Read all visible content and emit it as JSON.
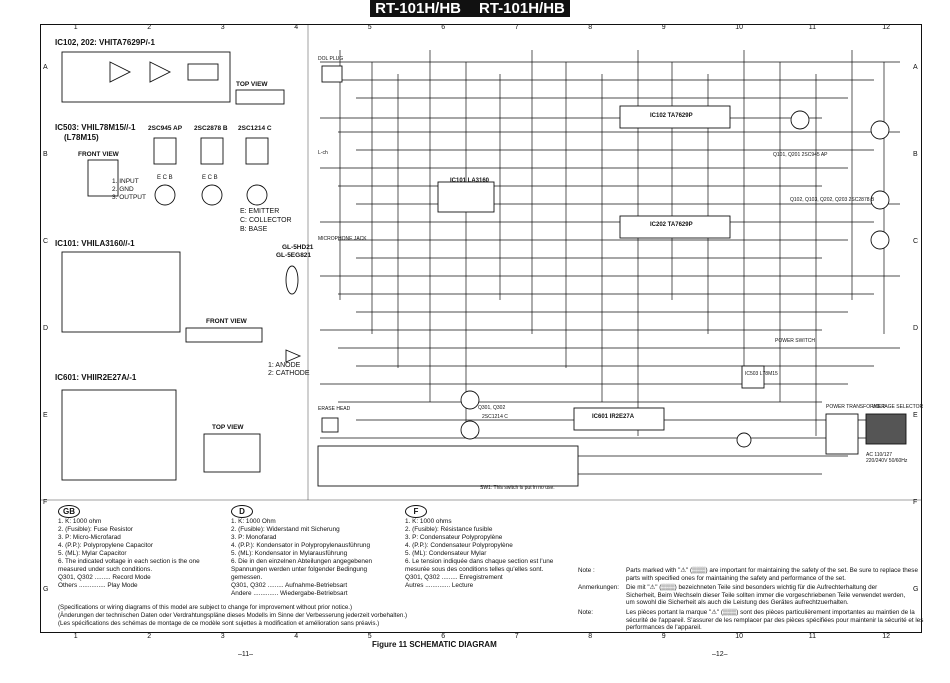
{
  "header": {
    "title_left": "RT-101H/HB",
    "title_right": "RT-101H/HB"
  },
  "ruler": {
    "columns": [
      "1",
      "2",
      "3",
      "4",
      "5",
      "6",
      "7",
      "8",
      "9",
      "10",
      "11",
      "12"
    ],
    "rows": [
      "A",
      "B",
      "C",
      "D",
      "E",
      "F",
      "G"
    ]
  },
  "ic_blocks": {
    "ic102": {
      "title": "IC102, 202: VHITA7629P/-1",
      "view": "TOP VIEW"
    },
    "ic503": {
      "title": "IC503: VHIL78M15//-1",
      "subtitle": "(L78M15)",
      "front_view": "FRONT VIEW",
      "pins": [
        "1. INPUT",
        "2. GND",
        "3. OUTPUT"
      ]
    },
    "transistors": {
      "labels": [
        "2SC945 AP",
        "2SC2878 B",
        "2SC1214 C"
      ],
      "pins_ecb": "E C B",
      "legend": [
        "E: EMITTER",
        "C: COLLECTOR",
        "B: BASE"
      ]
    },
    "ic101": {
      "title": "IC101: VHILA3160//-1",
      "front_view": "FRONT VIEW"
    },
    "led": {
      "labels": [
        "GL-5HD21",
        "GL-5EG821"
      ],
      "anode": "1: ANODE",
      "cathode": "2: CATHODE"
    },
    "ic601": {
      "title": "IC601: VHIIR2E27A/-1",
      "view": "TOP VIEW"
    }
  },
  "schematic_labels": {
    "ic101": "IC101 LA3160",
    "ic102": "IC102 TA7629P",
    "ic202": "IC202 TA7629P",
    "ic601": "IC601 IR2E27A",
    "ic503": "IC503 L78M15",
    "l_ch": "L-ch",
    "dol_plug": "DOL PLUG",
    "mic_plug": "MICROPHONE JACK",
    "erase_head": "ERASE HEAD",
    "power_switch": "POWER SWITCH",
    "power_transformer": "POWER TRANSFORMER",
    "voltage_selector": "VOLTAGE SELECTOR",
    "ac": "AC 110/127 220/240V 50/60Hz",
    "q101": "Q101, Q201 2SC945 AP",
    "q102": "Q102, Q103, Q202, Q203 2SC2878 B",
    "q301": "Q301, Q302",
    "q301_type": "2SC1214 C",
    "sw_note": "SW1: This switch is put in no use."
  },
  "notes_en": {
    "tag": "GB",
    "items": [
      "1.  K: 1000 ohm",
      "2.  (Fusible): Fuse Resistor",
      "3.  P: Micro-Microfarad",
      "4.  (P.P.): Polypropylene Capacitor",
      "5.  (ML): Mylar Capacitor",
      "6.  The indicated voltage in each section is the one",
      "     measured under such conditions.",
      "     Q301, Q302 ......... Record Mode",
      "     Others ............... Play Mode"
    ]
  },
  "notes_de": {
    "tag": "D",
    "items": [
      "1.  K: 1000 Ohm",
      "2.  (Fusible): Widerstand mit Sicherung",
      "3.  P: Monofarad",
      "4.  (P.P.): Kondensator in Polypropylenausführung",
      "5.  (ML): Kondensator in Mylarausführung",
      "6.  Die in den einzelnen Abteilungen angegebenen",
      "     Spannungen werden unter folgender Bedingung",
      "     gemessen.",
      "     Q301, Q302 ......... Aufnahme-Betriebsart",
      "     Andere .............. Wiedergabe-Betriebsart"
    ]
  },
  "notes_fr": {
    "tag": "F",
    "items": [
      "1.  K: 1000 ohms",
      "2.  (Fusible): Résistance fusible",
      "3.  P: Condensateur Polypropylène",
      "4.  (P.P.): Condensateur Polypropylène",
      "5.  (ML): Condensateur Mylar",
      "6.  Le tension indiquée dans chaque section est l'une",
      "     mesurée sous des conditions telles qu'elles sont.",
      "     Q301, Q302 ......... Enregistrement",
      "     Autres .............. Lecture"
    ]
  },
  "disclaimer": [
    "(Specifications or wiring diagrams of this model are subject to change for improvement without prior notice.)",
    "(Änderungen der technischen Daten oder Verdrahtungspläne dieses Modells im Sinne der Verbesserung jederzeit vorbehalten.)",
    "(Les spécifications des schémas de montage de ce modèle sont sujettes à modification et amélioration sans préavis.)"
  ],
  "safety_notes": [
    {
      "key": "Note :",
      "text": [
        "Parts marked with \"⚠\" (▒▒▒) are important for maintaining the safety of the set. Be sure to replace these",
        "parts with specified ones for maintaining the safety and performance of the set."
      ]
    },
    {
      "key": "Anmerkungen:",
      "text": [
        "Die mit \"⚠\" (▒▒▒) bezeichneten Teile sind besonders wichtig für die Aufrechterhaltung der",
        "Sicherheit, Beim Wechseln dieser Teile sollten immer die vorgeschriebenen Teile verwendet werden,",
        "um sowohl die Sicherheit als auch die Leistung des Gerätes aufrechtzuerhalten."
      ]
    },
    {
      "key": "Note:",
      "text": [
        "Les pièces portant la marque \"⚠\" (▒▒▒) sont des pièces particulièrement importantes au maintien de la",
        "sécurité de l'appareil. S'assurer de les remplacer par des pièces spécifiées pour maintenir la sécurité et les",
        "performances de l'appareil."
      ]
    }
  ],
  "footer": {
    "caption": "Figure 11 SCHEMATIC DIAGRAM",
    "page_left": "–11–",
    "page_right": "–12–"
  },
  "colors": {
    "ink": "#111111",
    "paper": "#ffffff"
  }
}
